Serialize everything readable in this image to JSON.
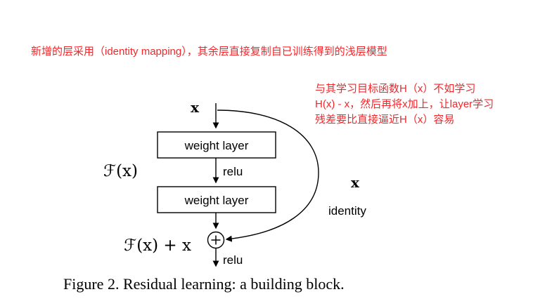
{
  "annotations": {
    "note_color": "#f3262a",
    "top_note": "新增的层采用（identity mapping），其余层直接复制自已训练得到的浅层模型",
    "side_note_lines": [
      "与其学习目标函数H（x）不如学习",
      "H(x) - x，然后再将x加上，让layer学习",
      "残差要比直接逼近H（x）容易"
    ]
  },
  "diagram": {
    "input_label": "x",
    "weight_layer_1": "weight layer",
    "relu_1": "relu",
    "weight_layer_2": "weight layer",
    "relu_2": "relu",
    "residual_function_label": "ℱ(x)",
    "output_label": "ℱ(x) + x",
    "skip_x_label": "x",
    "identity_label": "identity"
  },
  "icons": {
    "plus_circle": "⊕"
  },
  "caption": "Figure 2. Residual learning: a building block."
}
